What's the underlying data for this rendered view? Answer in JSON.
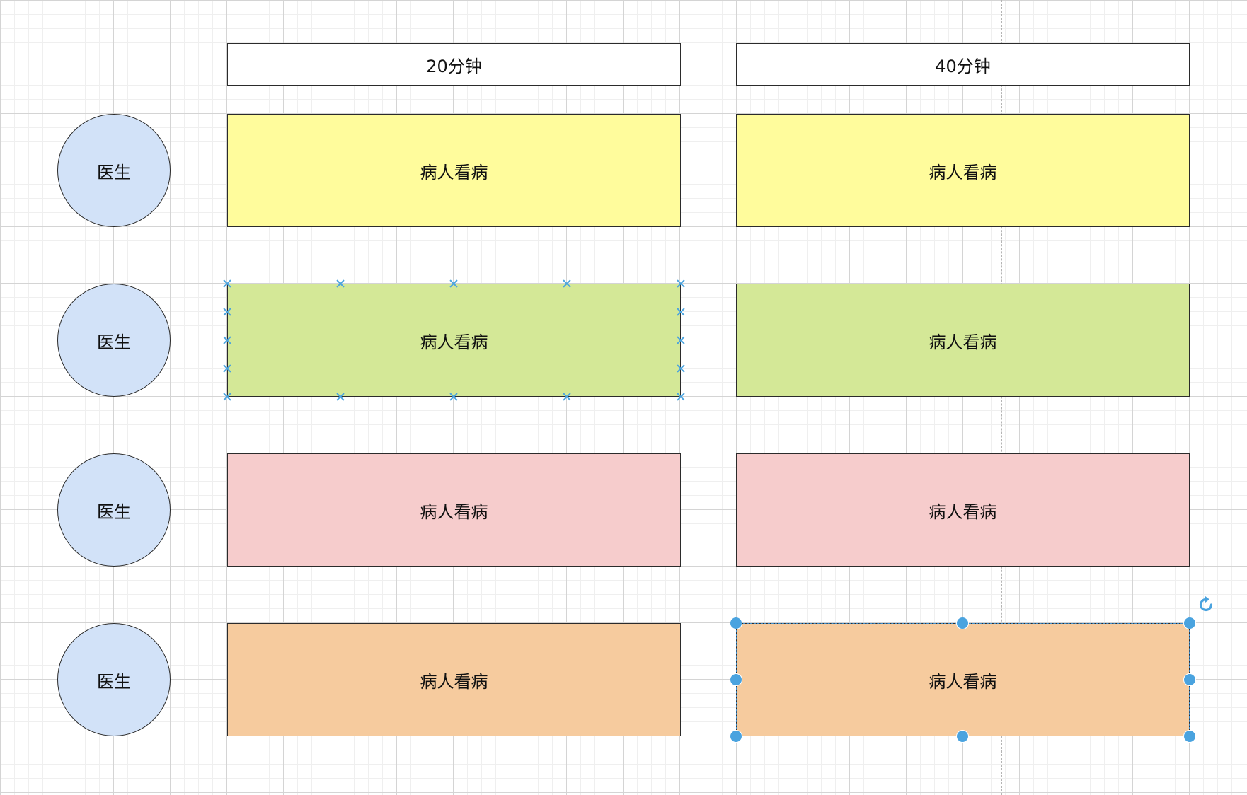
{
  "colors": {
    "doctor_fill": "#d2e2f8",
    "row_fills": [
      "#fffc9c",
      "#d4e897",
      "#f6cccc",
      "#f6cb9e"
    ],
    "header_fill": "#ffffff",
    "selection_accent": "#4aa3df"
  },
  "headers": [
    "20分钟",
    "40分钟"
  ],
  "rows": [
    {
      "doctor_label": "医生",
      "cells": [
        "病人看病",
        "病人看病"
      ]
    },
    {
      "doctor_label": "医生",
      "cells": [
        "病人看病",
        "病人看病"
      ]
    },
    {
      "doctor_label": "医生",
      "cells": [
        "病人看病",
        "病人看病"
      ]
    },
    {
      "doctor_label": "医生",
      "cells": [
        "病人看病",
        "病人看病"
      ]
    }
  ],
  "selection": {
    "row": 3,
    "column": 1
  },
  "hover": {
    "row": 1,
    "column": 0
  },
  "icons": {
    "rotate": "rotate-icon"
  }
}
